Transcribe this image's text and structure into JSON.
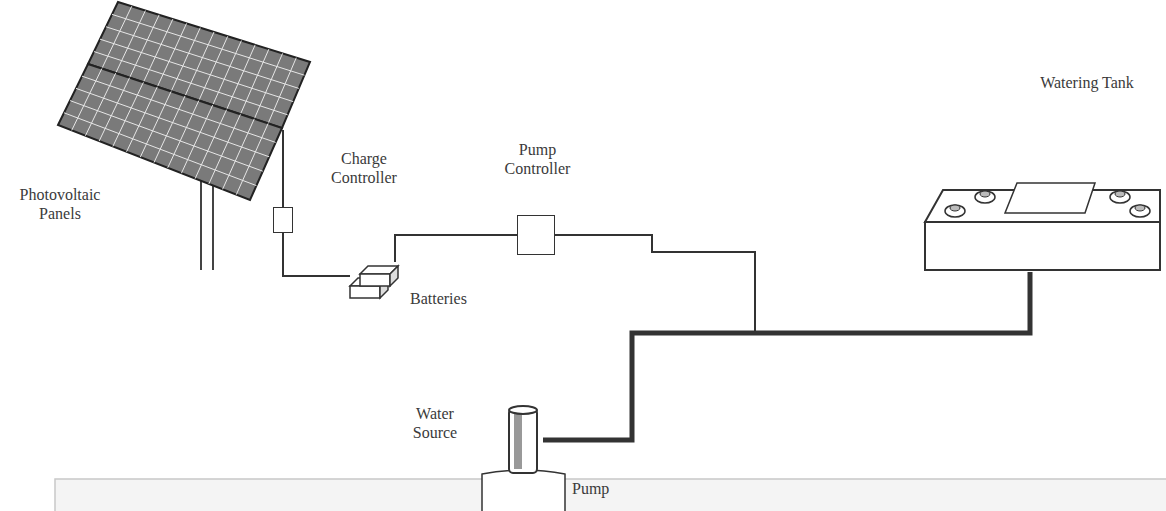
{
  "diagram": {
    "nodes": [
      {
        "text": [
          "Photovoltaic Panels"
        ]
      },
      {
        "text": [
          "Charge Controller"
        ]
      },
      {
        "text": [
          "Batteries"
        ]
      },
      {
        "text": [
          "Pump Controller"
        ]
      },
      {
        "text": [
          "Watering Tank"
        ]
      },
      {
        "text": [
          "Pump"
        ]
      }
    ],
    "edges": [
      {
        "from": 0,
        "to": 1,
        "arrow": "none"
      },
      {
        "from": 1,
        "to": 2,
        "arrow": "none"
      },
      {
        "from": 2,
        "to": 3,
        "arrow": "none"
      },
      {
        "from": 3,
        "to": 5,
        "arrow": "none"
      },
      {
        "from": 5,
        "to": 4,
        "arrow": "none"
      }
    ],
    "labels": [
      "Water Source"
    ]
  }
}
